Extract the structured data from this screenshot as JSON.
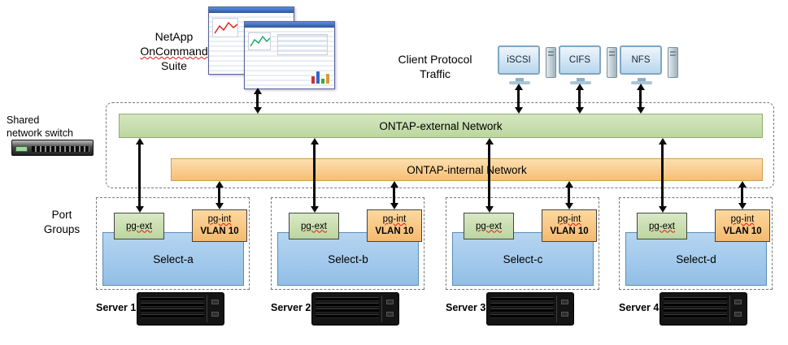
{
  "oncommand": {
    "line1": "NetApp",
    "line2": "OnCommand",
    "line3": "Suite"
  },
  "client_traffic": {
    "line1": "Client Protocol",
    "line2": "Traffic"
  },
  "clients": [
    {
      "label": "iSCSI"
    },
    {
      "label": "CIFS"
    },
    {
      "label": "NFS"
    }
  ],
  "switch": {
    "line1": "Shared",
    "line2": "network switch"
  },
  "networks": {
    "external": "ONTAP-external Network",
    "internal": "ONTAP-internal Network"
  },
  "port_groups": {
    "line1": "Port",
    "line2": "Groups"
  },
  "groups": [
    {
      "pg_ext": "pg-ext",
      "pg_int": "pg-int",
      "vlan": "VLAN 10",
      "select_label": "Select-a",
      "server_label": "Server 1"
    },
    {
      "pg_ext": "pg-ext",
      "pg_int": "pg-int",
      "vlan": "VLAN 10",
      "select_label": "Select-b",
      "server_label": "Server 2"
    },
    {
      "pg_ext": "pg-ext",
      "pg_int": "pg-int",
      "vlan": "VLAN 10",
      "select_label": "Select-c",
      "server_label": "Server 3"
    },
    {
      "pg_ext": "pg-ext",
      "pg_int": "pg-int",
      "vlan": "VLAN 10",
      "select_label": "Select-d",
      "server_label": "Server 4"
    }
  ],
  "colors": {
    "external_green": "#bcd69e",
    "internal_orange": "#f6bf77",
    "select_blue": "#92bfe6"
  }
}
